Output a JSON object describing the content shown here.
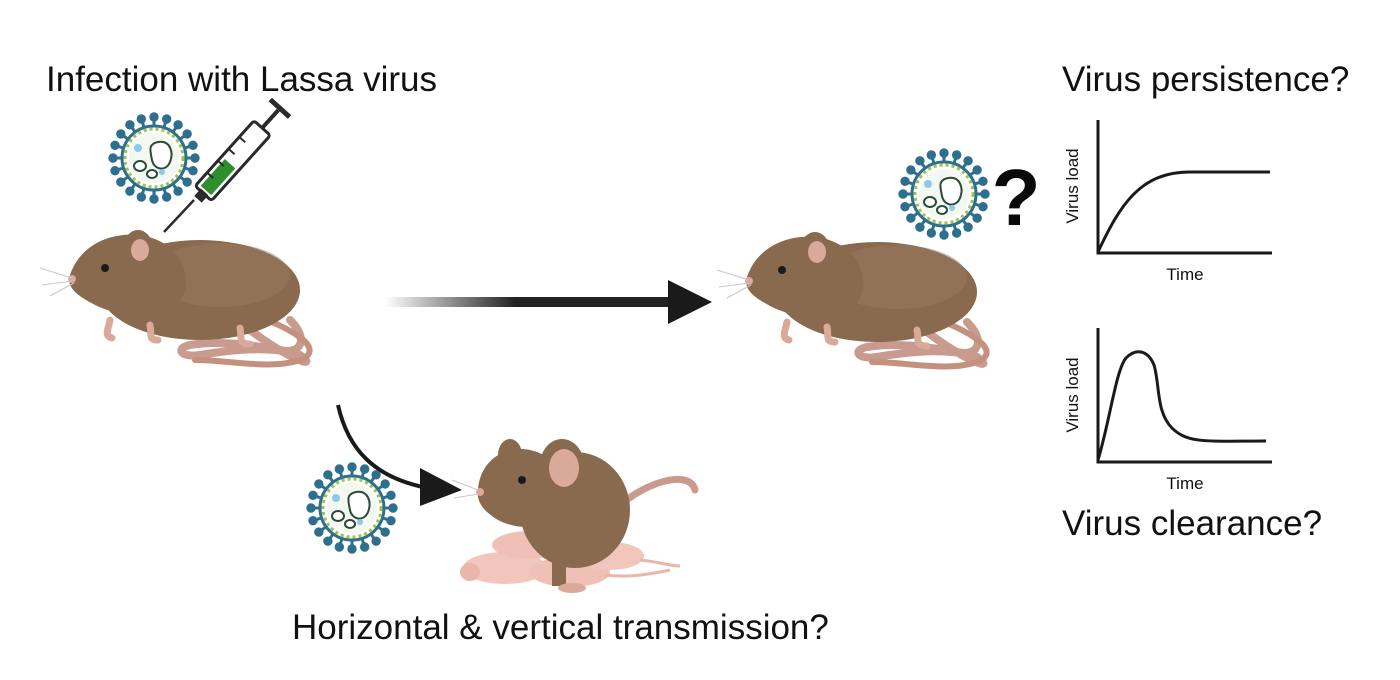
{
  "labels": {
    "infection": "Infection with Lassa virus",
    "persistence": "Virus persistence?",
    "clearance": "Virus clearance?",
    "transmission": "Horizontal & vertical transmission?",
    "question_mark": "?"
  },
  "graphs": {
    "persistence": {
      "ylabel": "Virus load",
      "xlabel": "Time"
    },
    "clearance": {
      "ylabel": "Virus load",
      "xlabel": "Time"
    }
  },
  "icons": [
    "virus-icon",
    "syringe-icon",
    "mouse-icon",
    "baby-mice-icon",
    "arrow-icon",
    "question-icon"
  ],
  "colors": {
    "mouse_body": "#8a6a4e",
    "mouse_ear": "#d9a99a",
    "virus_spike": "#2e6f8e",
    "virus_membrane": "#9cc34a",
    "syringe_fluid": "#2f8f2f",
    "pup": "#f2c6bd"
  }
}
